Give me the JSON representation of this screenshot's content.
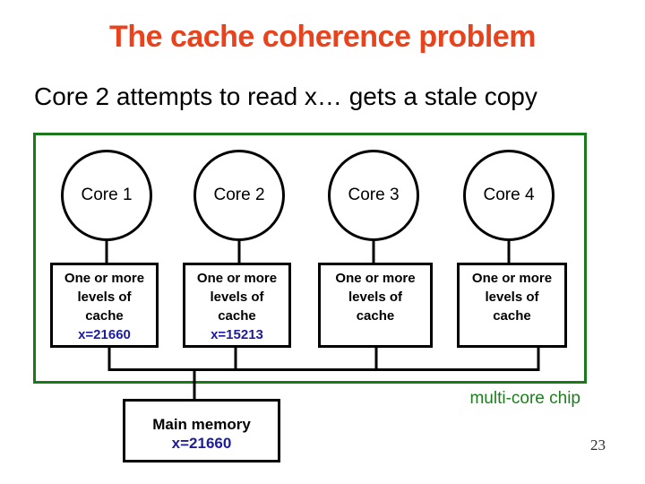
{
  "slide": {
    "title": "The cache coherence problem",
    "subtitle": "Core 2 attempts to read x… gets a stale copy",
    "chip_label": "multi-core chip",
    "page_number": "23"
  },
  "cores": [
    {
      "label": "Core 1"
    },
    {
      "label": "Core 2"
    },
    {
      "label": "Core 3"
    },
    {
      "label": "Core 4"
    }
  ],
  "caches": [
    {
      "line1": "One or more",
      "line2": "levels of",
      "line3": "cache",
      "value": "x=21660"
    },
    {
      "line1": "One or more",
      "line2": "levels of",
      "line3": "cache",
      "value": "x=15213"
    },
    {
      "line1": "One or more",
      "line2": "levels of",
      "line3": "cache",
      "value": ""
    },
    {
      "line1": "One or more",
      "line2": "levels of",
      "line3": "cache",
      "value": ""
    }
  ],
  "memory": {
    "label": "Main memory",
    "value": "x=21660"
  },
  "colors": {
    "title_red": "#e8431c",
    "chip_green": "#1a7a1a",
    "chip_label_green": "#1e7d1e",
    "value_navy": "#1c1c9c",
    "line_black": "#000000"
  }
}
